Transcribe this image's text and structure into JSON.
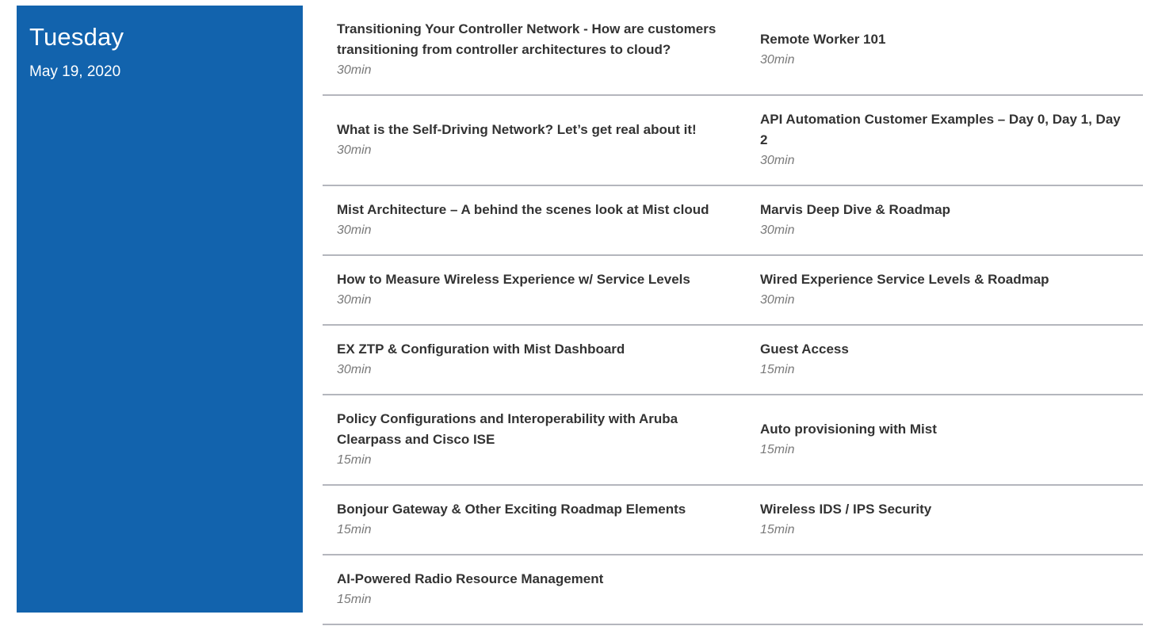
{
  "sidebar": {
    "day": "Tuesday",
    "date": "May 19, 2020"
  },
  "colors": {
    "sidebar_background": "#1263ad",
    "sidebar_text": "#ffffff",
    "divider": "#b4b6bd",
    "session_title": "#333333",
    "session_duration": "#7a7a7a"
  },
  "schedule": {
    "rows": [
      {
        "left": {
          "title": "Transitioning Your Controller Network - How are customers transitioning from controller architectures to cloud?",
          "duration": "30min"
        },
        "right": {
          "title": "Remote Worker 101",
          "duration": "30min"
        }
      },
      {
        "left": {
          "title": "What is the Self-Driving Network? Let’s get real about it!",
          "duration": "30min"
        },
        "right": {
          "title": "API Automation Customer Examples – Day 0, Day 1, Day 2",
          "duration": "30min"
        }
      },
      {
        "left": {
          "title": "Mist Architecture – A behind the scenes look at Mist cloud",
          "duration": "30min"
        },
        "right": {
          "title": "Marvis Deep Dive & Roadmap",
          "duration": "30min"
        }
      },
      {
        "left": {
          "title": "How to Measure Wireless Experience w/ Service Levels",
          "duration": "30min"
        },
        "right": {
          "title": "Wired Experience Service Levels & Roadmap",
          "duration": "30min"
        }
      },
      {
        "left": {
          "title": "EX ZTP & Configuration with Mist Dashboard",
          "duration": "30min"
        },
        "right": {
          "title": "Guest Access",
          "duration": "15min"
        }
      },
      {
        "left": {
          "title": "Policy Configurations and Interoperability with Aruba Clearpass and Cisco ISE",
          "duration": "15min"
        },
        "right": {
          "title": "Auto provisioning with Mist",
          "duration": "15min"
        }
      },
      {
        "left": {
          "title": "Bonjour Gateway & Other Exciting Roadmap Elements",
          "duration": "15min"
        },
        "right": {
          "title": "Wireless IDS / IPS Security",
          "duration": "15min"
        }
      },
      {
        "left": {
          "title": "AI-Powered Radio Resource Management",
          "duration": "15min"
        },
        "right": null
      }
    ]
  }
}
